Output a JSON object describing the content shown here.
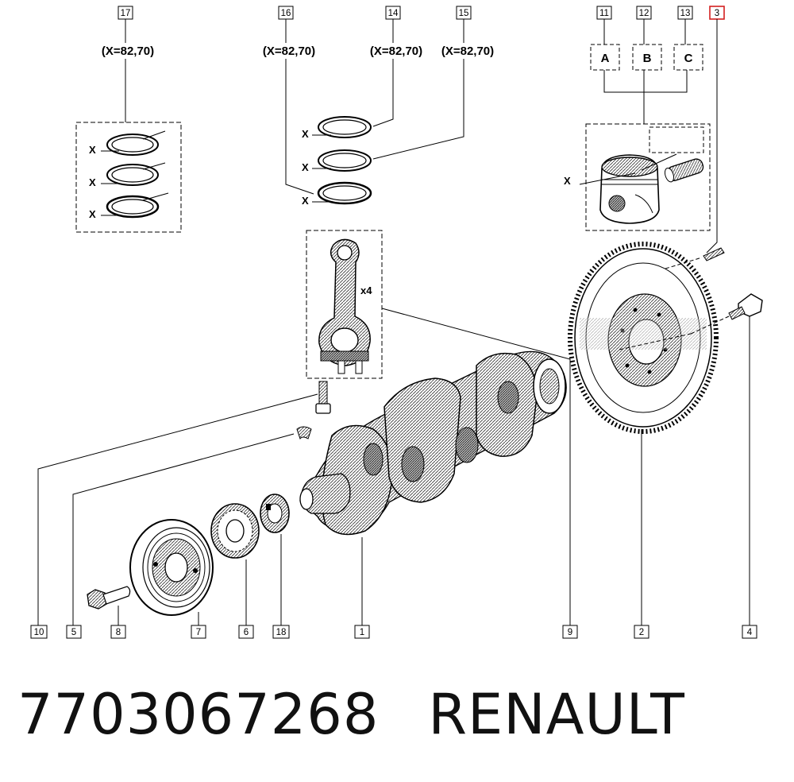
{
  "callouts": {
    "c17": "17",
    "c16": "16",
    "c14": "14",
    "c15": "15",
    "c11": "11",
    "c12": "12",
    "c13": "13",
    "c3": "3",
    "c10": "10",
    "c5": "5",
    "c8": "8",
    "c7": "7",
    "c6": "6",
    "c18": "18",
    "c1": "1",
    "c9": "9",
    "c2": "2",
    "c4": "4"
  },
  "dimensions": {
    "d17": "(X=82,70)",
    "d16": "(X=82,70)",
    "d14": "(X=82,70)",
    "d15": "(X=82,70)"
  },
  "x_marker": "X",
  "grades": {
    "a": "A",
    "b": "B",
    "c": "C"
  },
  "rod_quantity": "x4",
  "highlight_color": "#d42020",
  "caption": {
    "part_number": "7703067268",
    "brand": "RENAULT"
  }
}
